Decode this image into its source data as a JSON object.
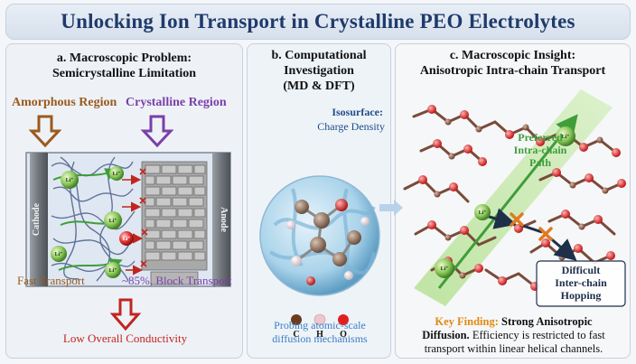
{
  "title": "Unlocking Ion Transport in Crystalline PEO Electrolytes",
  "panel_a": {
    "title_line1": "a. Macroscopic Problem:",
    "title_line2": "Semicrystalline Limitation",
    "amorphous_label": "Amorphous Region",
    "crystalline_label": "Crystalline Region",
    "cathode_label": "Cathode",
    "anode_label": "Anode",
    "ion_label": "Li⁺",
    "fast_transport": "Fast Transport",
    "block_transport": "~85%, Block Transport",
    "result": "Low Overall Conductivity"
  },
  "panel_b": {
    "title_line1": "b. Computational",
    "title_line2": "Investigation",
    "title_line3": "(MD & DFT)",
    "isosurface_label": "Isosurface:",
    "isosurface_value": "Charge Density",
    "legend": [
      {
        "symbol": "C",
        "color": "#6b3b1f"
      },
      {
        "symbol": "H",
        "color": "#eec6cf"
      },
      {
        "symbol": "O",
        "color": "#e02020"
      }
    ],
    "probe_line1": "Probing atomic-scale",
    "probe_line2": "diffusion mechanisms"
  },
  "panel_c": {
    "title_line1": "c. Macroscopic Insight:",
    "title_line2": "Anisotropic Intra-chain Transport",
    "preferred_line1": "Preferred",
    "preferred_line2": "Intra-chain",
    "preferred_line3": "Path",
    "difficult_line1": "Difficult",
    "difficult_line2": "Inter-chain",
    "difficult_line3": "Hopping",
    "ion_label": "Li⁺",
    "key_label": "Key Finding:",
    "key_bold": "Strong Anisotropic",
    "key_line2_bold": "Diffusion.",
    "key_line2_rest": "Efficiency is restricted to fast",
    "key_line3": "transport within linear helical channels."
  },
  "colors": {
    "title": "#1f3b6b",
    "amorphous": "#9a5a1d",
    "crystalline": "#7a3fa8",
    "result": "#c0261f",
    "intra_path": "#3f9d3a",
    "blue_text": "#1f4c8a",
    "key_orange": "#e08a12"
  }
}
